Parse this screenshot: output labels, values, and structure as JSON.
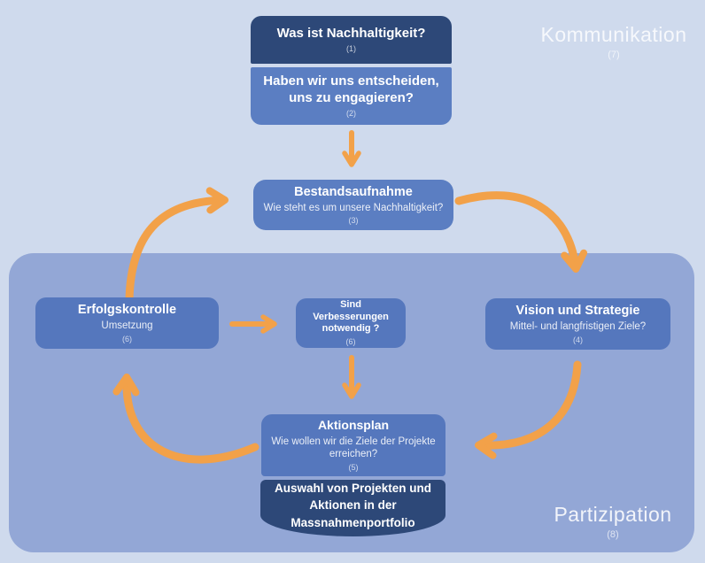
{
  "diagram": {
    "region_labels": {
      "kommunikation": {
        "label": "Kommunikation",
        "number": "(7)"
      },
      "partizipation": {
        "label": "Partizipation",
        "number": "(8)"
      }
    },
    "nodes": {
      "what_is_sustainability": {
        "title": "Was ist Nachhaltigkeit?",
        "number": "(1)"
      },
      "decide_to_engage": {
        "title": "Haben wir uns entscheiden, uns zu engagieren?",
        "number": "(2)"
      },
      "bestandsaufnahme": {
        "title": "Bestandsaufnahme",
        "subtitle": "Wie steht es um unsere Nachhaltigkeit?",
        "number": "(3)"
      },
      "vision_strategie": {
        "title": "Vision und Strategie",
        "subtitle": "Mittel- und langfristigen Ziele?",
        "number": "(4)"
      },
      "aktionsplan": {
        "title": "Aktionsplan",
        "subtitle": "Wie wollen wir die Ziele der Projekte erreichen?",
        "number": "(5)"
      },
      "auswahl_projekte": {
        "title": "Auswahl von Projekten und Aktionen in der Massnahmenportfolio"
      },
      "erfolgskontrolle": {
        "title": "Erfolgskontrolle",
        "subtitle": "Umsetzung",
        "number": "(6)"
      },
      "verbesserungen": {
        "title": "Sind Verbesserungen notwendig ?",
        "number": "(6)"
      }
    },
    "colors": {
      "page_background": "#cfdaed",
      "panel_background": "#93a7d6",
      "node_dark": "#2d4878",
      "node_medium": "#5b7ec2",
      "node_medium_on_panel": "#5577bd",
      "arrow": "#f2a149",
      "title_text": "#ffffff"
    }
  }
}
